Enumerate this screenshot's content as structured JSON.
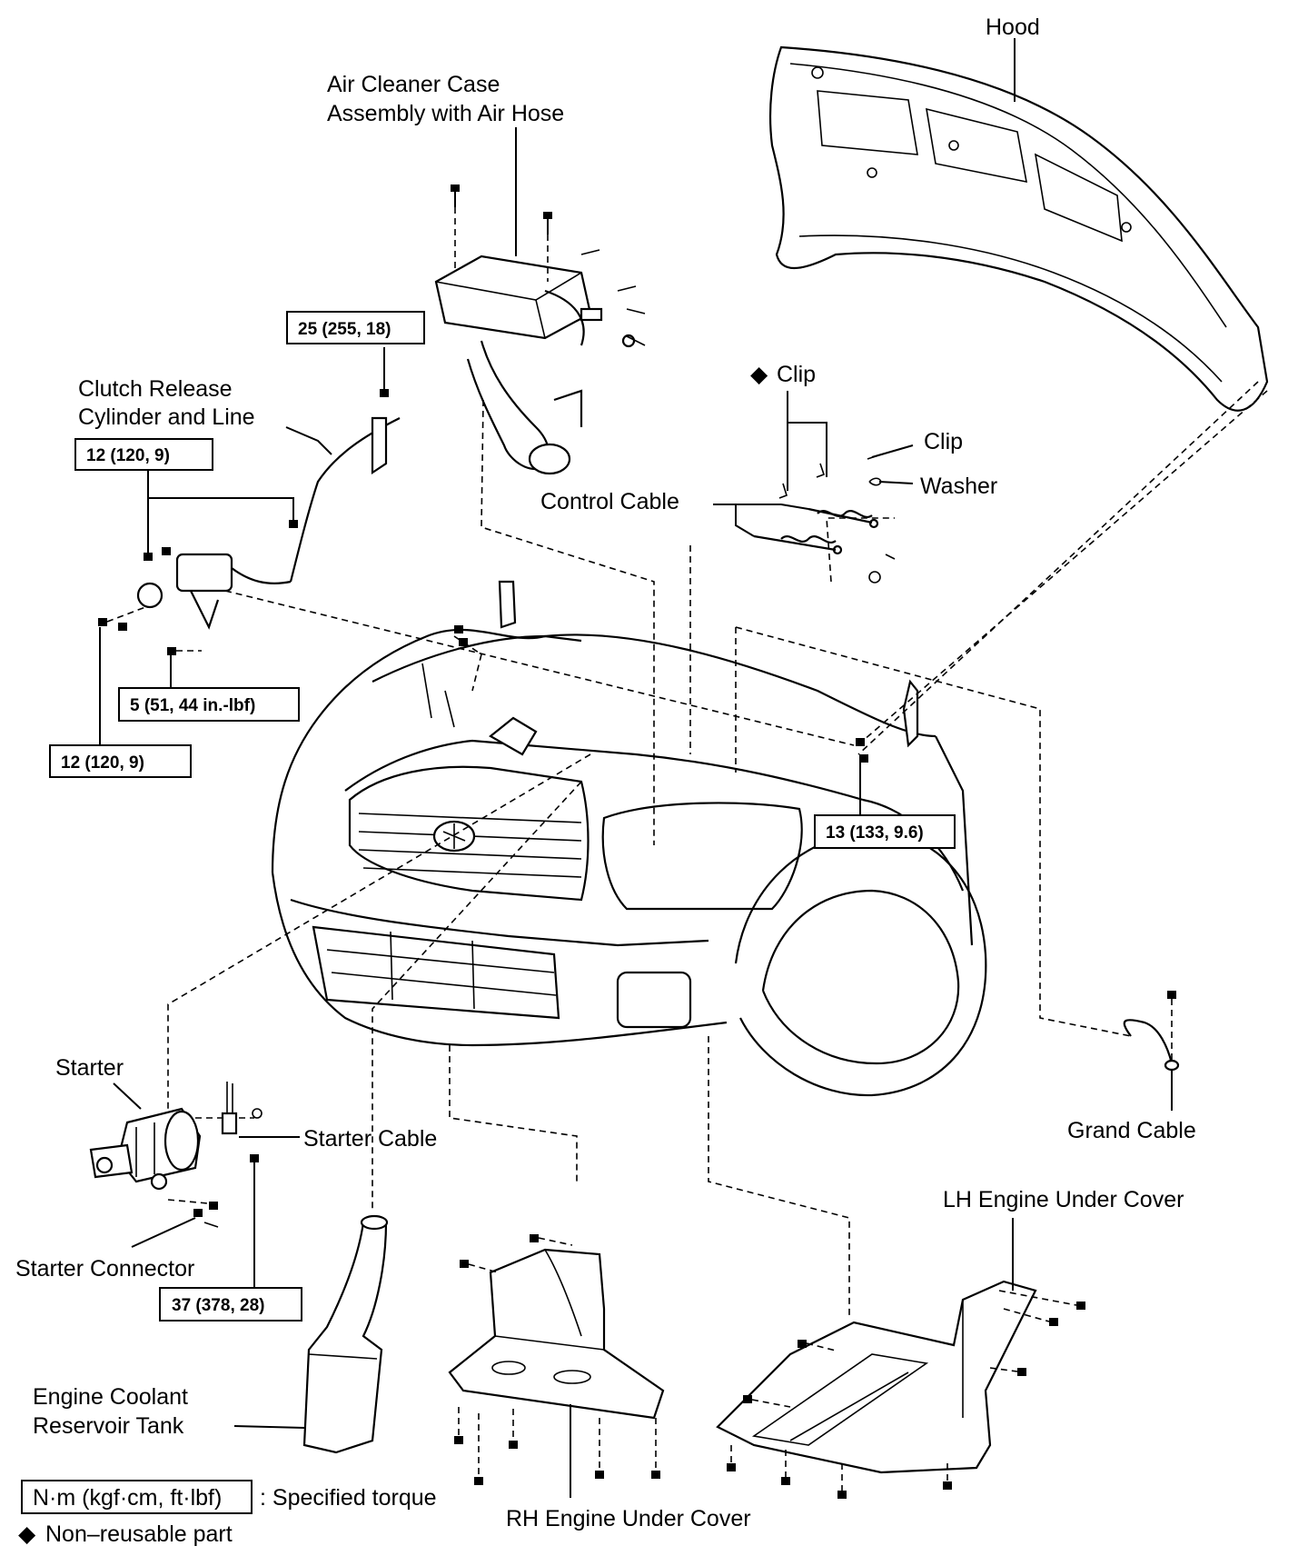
{
  "labels": {
    "hood": "Hood",
    "air_cleaner_line1": "Air Cleaner Case",
    "air_cleaner_line2": "Assembly with Air Hose",
    "clutch_line1": "Clutch Release",
    "clutch_line2": "Cylinder and Line",
    "clip_nonreusable": "Clip",
    "clip": "Clip",
    "washer": "Washer",
    "control_cable": "Control Cable",
    "starter": "Starter",
    "starter_cable": "Starter Cable",
    "starter_connector": "Starter Connector",
    "grand_cable": "Grand Cable",
    "lh_cover": "LH Engine Under Cover",
    "rh_cover": "RH Engine Under Cover",
    "coolant_line1": "Engine Coolant",
    "coolant_line2": "Reservoir Tank"
  },
  "torques": {
    "clutch_line_bracket": "25 (255, 18)",
    "clutch_upper": "12 (120, 9)",
    "clutch_small": "5 (51, 44 in.-lbf)",
    "clutch_lower": "12 (120, 9)",
    "hood_hinge": "13 (133, 9.6)",
    "starter_bolt": "37 (378, 28)"
  },
  "legend": {
    "torque_unit": "N·m (kgf·cm, ft·lbf)",
    "torque_desc": ": Specified torque",
    "nonreusable_symbol": "◆",
    "nonreusable_desc": "Non–reusable part"
  }
}
